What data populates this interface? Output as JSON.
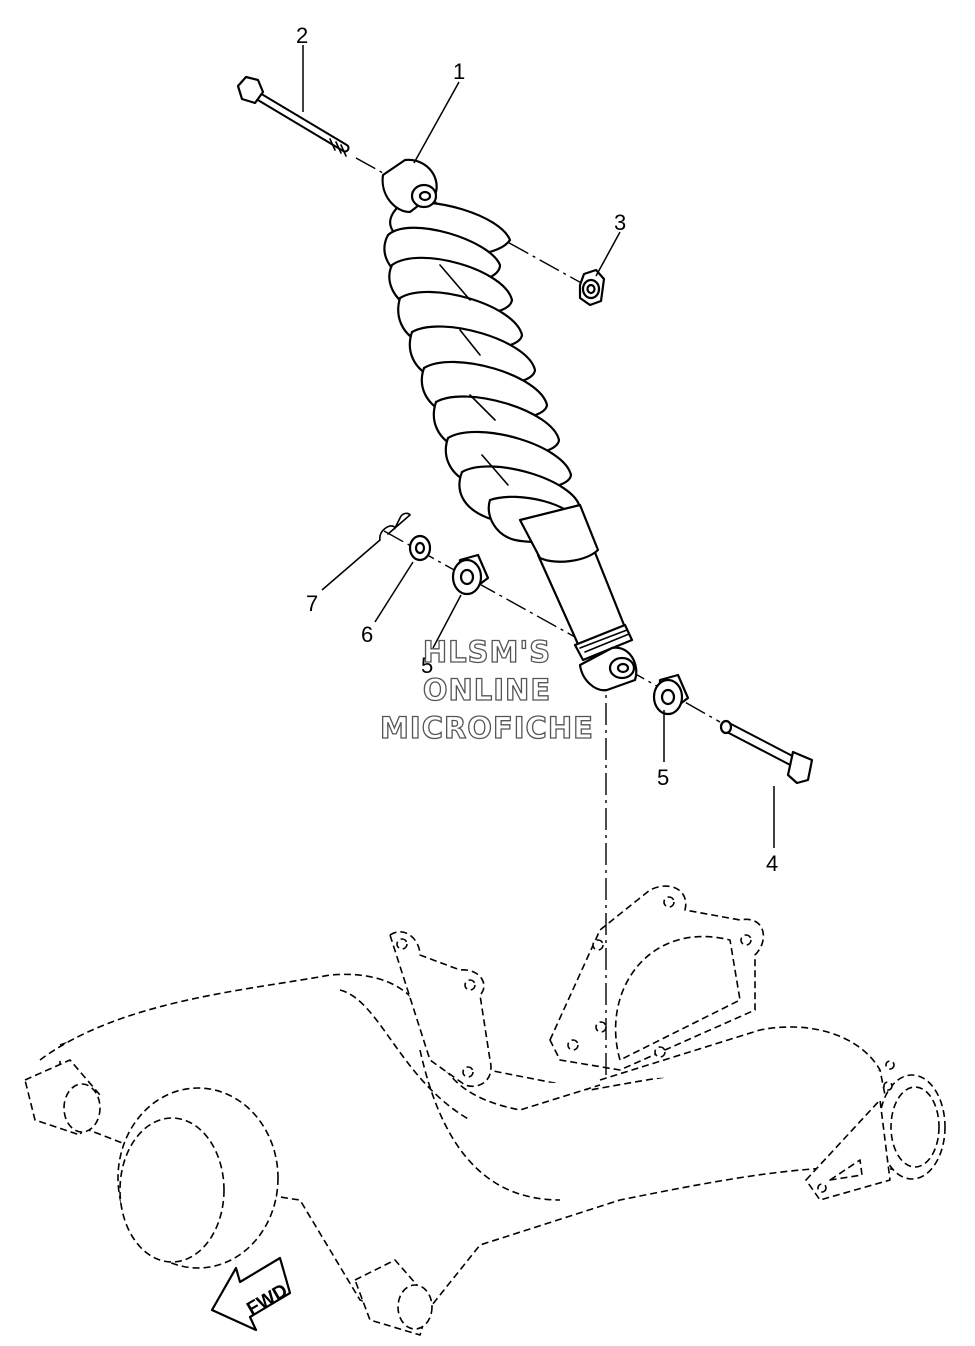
{
  "callouts": [
    {
      "id": "1",
      "label": "1"
    },
    {
      "id": "2",
      "label": "2"
    },
    {
      "id": "3",
      "label": "3"
    },
    {
      "id": "4",
      "label": "4"
    },
    {
      "id": "5a",
      "label": "5"
    },
    {
      "id": "5b",
      "label": "5"
    },
    {
      "id": "6",
      "label": "6"
    },
    {
      "id": "7",
      "label": "7"
    }
  ],
  "watermark": {
    "line1": "HLSM'S",
    "line2": "ONLINE",
    "line3": "MICROFICHE"
  },
  "fwd_badge": {
    "label": "FWD"
  }
}
